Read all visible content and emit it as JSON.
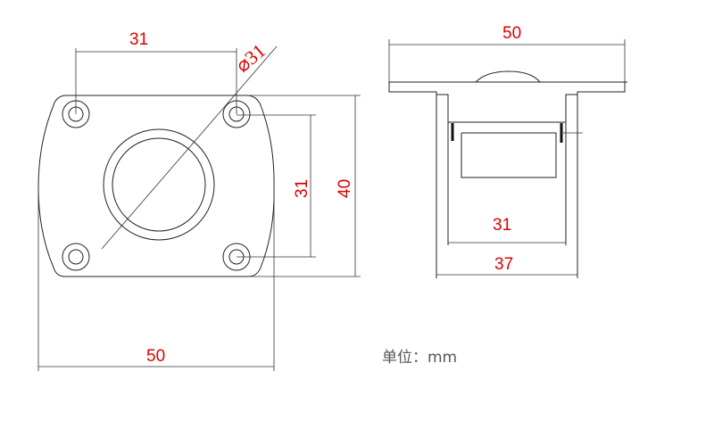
{
  "front_view": {
    "dim_hole_spacing_horizontal": "31",
    "dim_diameter": "⌀31",
    "dim_hole_spacing_vertical": "31",
    "dim_height": "40",
    "dim_width": "50"
  },
  "side_view": {
    "dim_flange_width": "50",
    "dim_inner_width": "31",
    "dim_outer_width": "37"
  },
  "unit_label": "单位：mm",
  "colors": {
    "dimension_text": "#e00000",
    "lines": "#222222"
  }
}
